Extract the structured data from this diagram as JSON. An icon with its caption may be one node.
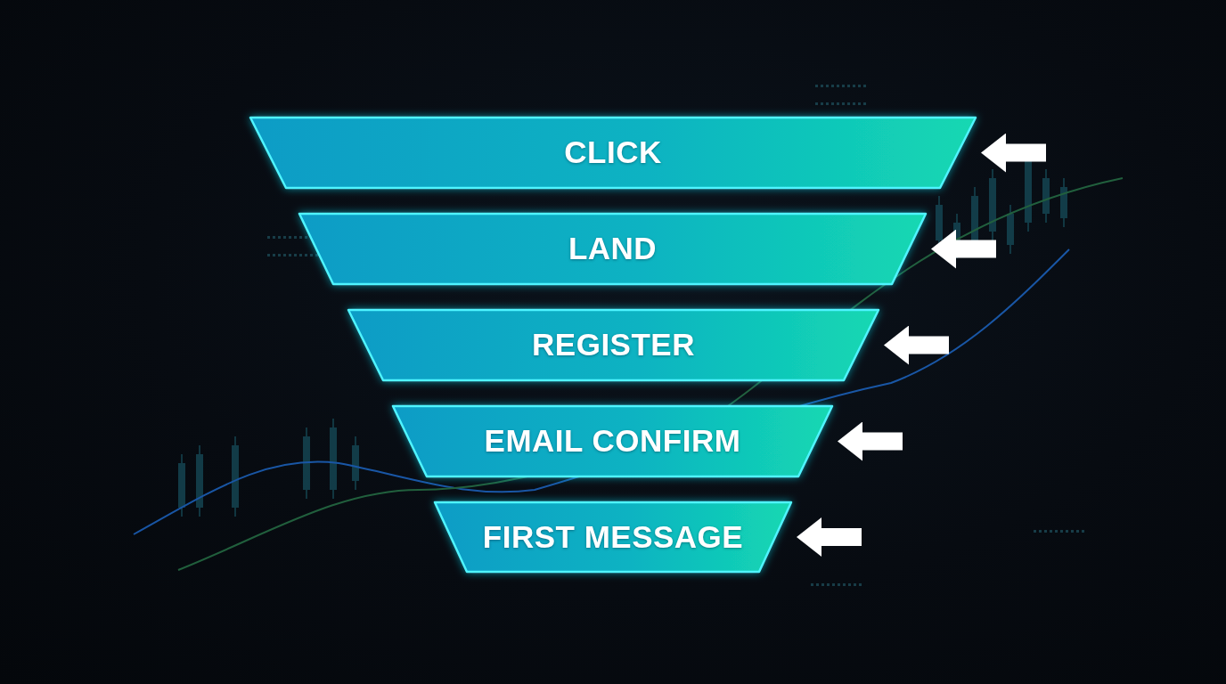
{
  "diagram": {
    "nodes": [
      {
        "text": [
          "CLICK"
        ]
      },
      {
        "text": [
          "LAND"
        ]
      },
      {
        "text": [
          "REGISTER"
        ]
      },
      {
        "text": [
          "EMAIL CONFIRM"
        ]
      },
      {
        "text": [
          "FIRST MESSAGE"
        ]
      }
    ],
    "edges": [
      {
        "from": null,
        "to": 0,
        "arrow": "to"
      },
      {
        "from": null,
        "to": 1,
        "arrow": "to"
      },
      {
        "from": null,
        "to": 2,
        "arrow": "to"
      },
      {
        "from": null,
        "to": 3,
        "arrow": "to"
      },
      {
        "from": null,
        "to": 4,
        "arrow": "to"
      }
    ]
  }
}
